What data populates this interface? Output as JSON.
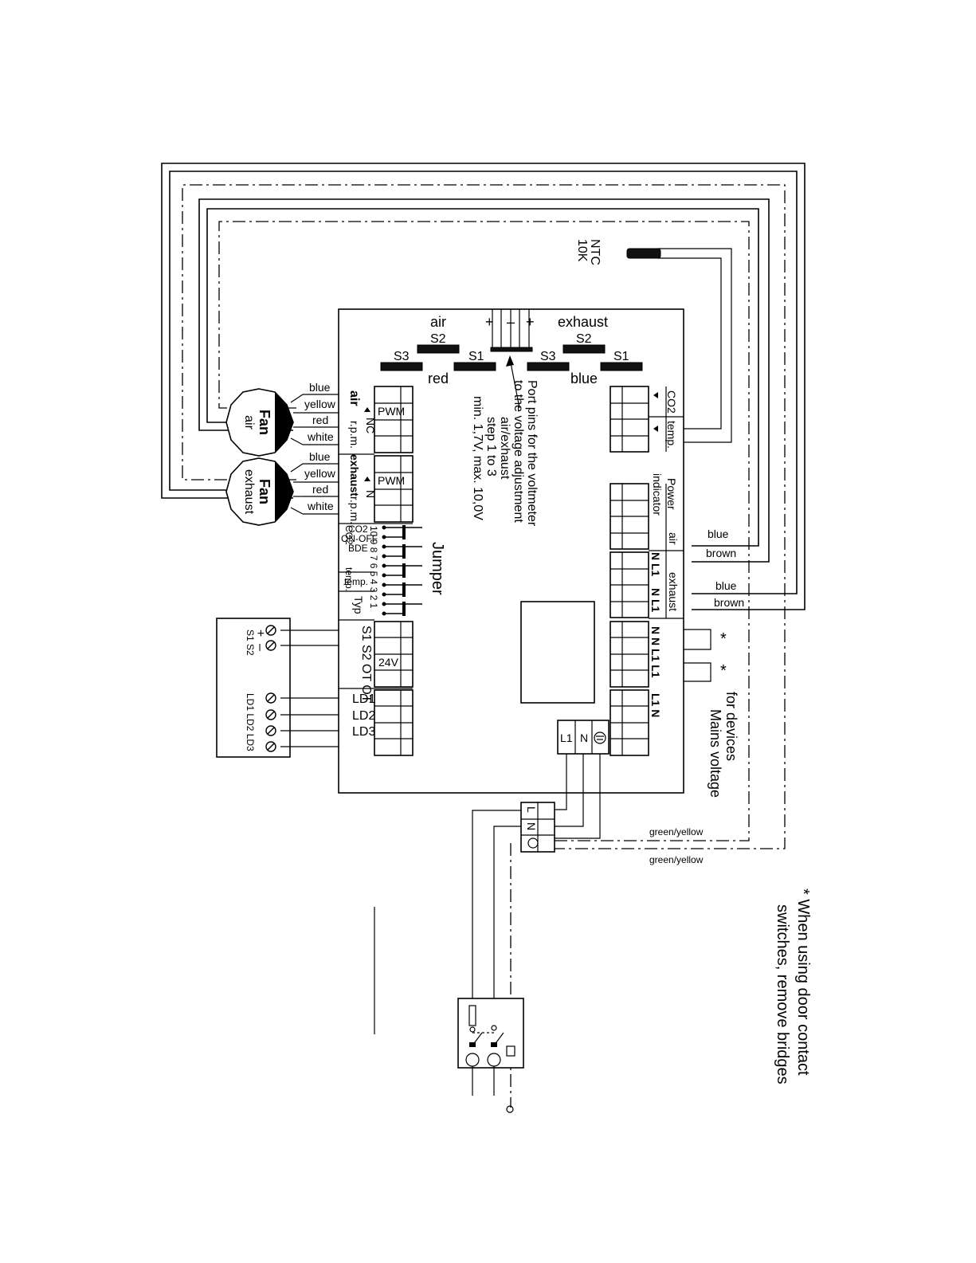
{
  "fan_air": {
    "title": "Fan",
    "subtitle": "air",
    "wires": [
      "blue",
      "yellow",
      "red",
      "white"
    ]
  },
  "fan_exhaust": {
    "title": "Fan",
    "subtitle": "exhaust",
    "wires": [
      "blue",
      "yellow",
      "red",
      "white"
    ]
  },
  "board_left": {
    "air_label": "air",
    "air_rpm": "r.p.m.",
    "exhaust_label": "exhaust",
    "exhaust_rpm": "r.p.m.",
    "nc": "NC",
    "n": "N",
    "pwm": "PWM",
    "jumper": "Jumper",
    "jumper_rows": [
      "CO2",
      "ON-OFF",
      "BDE",
      "temp.",
      "Typ"
    ],
    "jumper_pins": "10 9 8 7 6 5 4 3 2 1",
    "s_labels": "S1 S2 OT OT",
    "v24": "24V",
    "ld": [
      "LD1",
      "LD2",
      "LD3"
    ]
  },
  "board_top": {
    "air": "air",
    "exhaust": "exhaust",
    "red": "red",
    "blue": "blue",
    "s1": "S1",
    "s2": "S2",
    "s3": "S3",
    "plus": "+",
    "minus": "–"
  },
  "voltmeter_note": [
    "Port pins for the voltmeter",
    "to the voltage adjustment",
    "air/exhaust",
    "step 1 to 3",
    "min. 1,7V, max. 10,0V"
  ],
  "board_right": {
    "co2": "CO2",
    "temp": "temp.",
    "power": [
      "Power",
      "indicator"
    ],
    "air": "air",
    "exhaust": "exhaust",
    "air_pins": "N L1",
    "exhaust_pins": "N L1",
    "bridge_pins": "N N L1 L1",
    "mains_pins": "L1 N",
    "mains": [
      "Mains voltage",
      "for devices"
    ]
  },
  "ntc": [
    "NTC",
    "10K"
  ],
  "wire_colors_right": [
    "blue",
    "brown",
    "blue",
    "brown"
  ],
  "terminal_block": {
    "main": [
      "L1",
      "N"
    ],
    "supply": [
      "L",
      "N"
    ]
  },
  "green_yellow": [
    "green/yellow",
    "green/yellow"
  ],
  "ctrl_unit": {
    "plus": "+",
    "minus": "–",
    "s": "S1 S2",
    "ld": "LD1 LD2 LD3"
  },
  "asterisk": "*",
  "footnote": [
    "* When using door contact",
    "switches, remove bridges"
  ]
}
